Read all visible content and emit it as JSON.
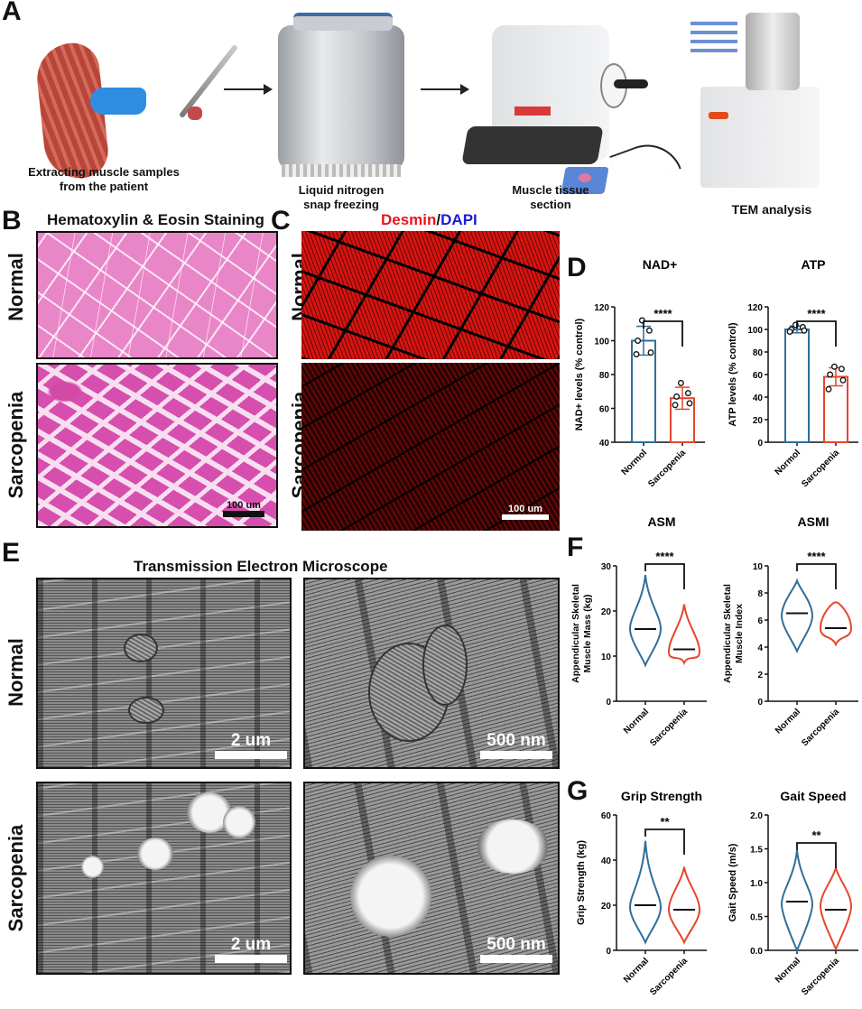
{
  "panels": {
    "A": {
      "label": "A",
      "steps": [
        {
          "caption": "Extracting muscle samples from the patient"
        },
        {
          "caption": "Liquid nitrogen snap freezing"
        },
        {
          "caption": "Muscle tissue section"
        },
        {
          "caption": "TEM analysis"
        }
      ]
    },
    "B": {
      "label": "B",
      "title": "Hematoxylin & Eosin Staining",
      "rows": [
        "Normal",
        "Sarcopenia"
      ],
      "scale_bar": "100 um"
    },
    "C": {
      "label": "C",
      "title_part1": "Desmin",
      "title_sep": "/",
      "title_part2": "DAPI",
      "rows": [
        "Normal",
        "Sarcopenia"
      ],
      "scale_bar": "100 um",
      "colors": {
        "desmin": "#e8161b",
        "dapi": "#1a1adb"
      }
    },
    "D": {
      "label": "D"
    },
    "E": {
      "label": "E",
      "title": "Transmission Electron Microscope",
      "rows": [
        "Normal",
        "Sarcopenia"
      ],
      "scale_left": "2 um",
      "scale_right": "500 nm"
    },
    "F": {
      "label": "F"
    },
    "G": {
      "label": "G"
    }
  },
  "colors": {
    "normal": "#2f6f9a",
    "sarcopenia": "#e8452a"
  },
  "chart_data": [
    {
      "type": "bar",
      "title": "NAD+",
      "ylabel": "NAD+ levels (% control)",
      "categories": [
        "Normol",
        "Sarcopenia"
      ],
      "ylim": [
        40,
        120
      ],
      "yticks": [
        40,
        60,
        80,
        100,
        120
      ],
      "values": [
        100,
        66
      ],
      "errors": [
        8.5,
        6.5
      ],
      "points": [
        [
          112,
          106,
          100,
          93,
          92
        ],
        [
          75,
          69,
          67,
          63,
          62
        ]
      ],
      "significance": "****"
    },
    {
      "type": "bar",
      "title": "ATP",
      "ylabel": "ATP levels (% control)",
      "categories": [
        "Normol",
        "Sarcopenia"
      ],
      "ylim": [
        0,
        120
      ],
      "yticks": [
        0,
        20,
        40,
        60,
        80,
        100,
        120
      ],
      "values": [
        100,
        58
      ],
      "errors": [
        3,
        8
      ],
      "points": [
        [
          104,
          102,
          100,
          99,
          98
        ],
        [
          67,
          65,
          60,
          55,
          47
        ]
      ],
      "significance": "****"
    },
    {
      "type": "violin",
      "title": "ASM",
      "ylabel": "Appendicular Skeletal Muscle Mass (kg)",
      "categories": [
        "Normal",
        "Sarcopenia"
      ],
      "ylim": [
        0,
        30
      ],
      "yticks": [
        0,
        10,
        20,
        30
      ],
      "series": [
        {
          "name": "Normal",
          "median": 16,
          "min": 8,
          "max": 28,
          "mode": 16
        },
        {
          "name": "Sarcopenia",
          "median": 11.5,
          "min": 8.5,
          "max": 21.5,
          "mode": 11
        }
      ],
      "significance": "****"
    },
    {
      "type": "violin",
      "title": "ASMI",
      "ylabel": "Appendicular Skeletal Muscle Index",
      "categories": [
        "Normal",
        "Sarcopenia"
      ],
      "ylim": [
        0,
        10
      ],
      "yticks": [
        0,
        2,
        4,
        6,
        8,
        10
      ],
      "series": [
        {
          "name": "Normal",
          "median": 6.5,
          "min": 3.7,
          "max": 8.9,
          "mode": 6.3
        },
        {
          "name": "Sarcopenia",
          "median": 5.4,
          "min": 4.2,
          "max": 7.3,
          "mode": 5.4
        }
      ],
      "significance": "****"
    },
    {
      "type": "violin",
      "title": "Grip Strength",
      "ylabel": "Grip Strength (kg)",
      "categories": [
        "Normal",
        "Sarcopenia"
      ],
      "ylim": [
        0,
        60
      ],
      "yticks": [
        0,
        20,
        40,
        60
      ],
      "series": [
        {
          "name": "Normal",
          "median": 20,
          "min": 3.5,
          "max": 48.5,
          "mode": 19
        },
        {
          "name": "Sarcopenia",
          "median": 18,
          "min": 3.5,
          "max": 37,
          "mode": 18
        }
      ],
      "significance": "**"
    },
    {
      "type": "violin",
      "title": "Gait Speed",
      "ylabel": "Gait Speed (m/s)",
      "categories": [
        "Normal",
        "Sarcopenia"
      ],
      "ylim": [
        0,
        2
      ],
      "yticks": [
        "0.0",
        "0.5",
        "1.0",
        "1.5",
        "2.0"
      ],
      "series": [
        {
          "name": "Normal",
          "median": 0.72,
          "min": 0,
          "max": 1.48,
          "mode": 0.68
        },
        {
          "name": "Sarcopenia",
          "median": 0.6,
          "min": 0.02,
          "max": 1.22,
          "mode": 0.65
        }
      ],
      "significance": "**"
    }
  ]
}
